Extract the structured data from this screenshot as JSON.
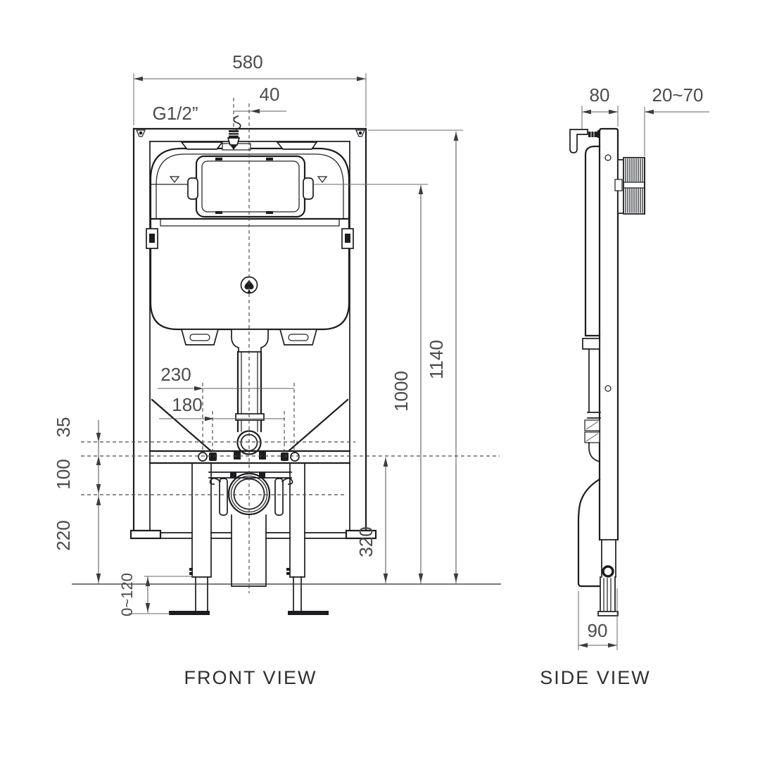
{
  "front_view": {
    "title": "FRONT VIEW",
    "dim_width": "580",
    "dim_inlet_offset": "40",
    "inlet_thread": "G1/2”",
    "dim_total_height": "1140",
    "dim_upper_height": "1000",
    "dim_fix_spacing_outer": "230",
    "dim_fix_spacing_inner": "180",
    "dim_outlet_rise": "35",
    "dim_fix_to_waste": "100",
    "dim_waste_center_height": "220",
    "dim_leg_adjust": "0~120",
    "dim_bar_height": "320"
  },
  "side_view": {
    "title": "SIDE VIEW",
    "dim_frame_depth": "80",
    "dim_plate_depth_range": "20~70",
    "dim_waste_depth": "90"
  }
}
